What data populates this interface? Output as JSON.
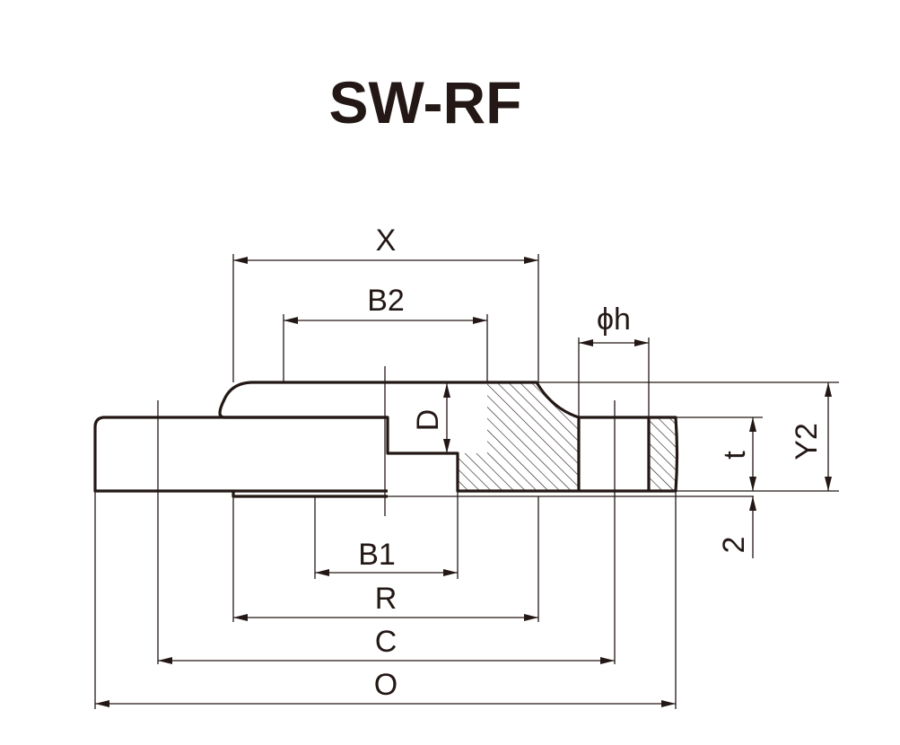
{
  "title": "SW-RF",
  "colors": {
    "line": "#231815",
    "background": "#ffffff"
  },
  "dimensions": {
    "x": "X",
    "b2": "B2",
    "phi_h": "ϕh",
    "d": "D",
    "t": "t",
    "y2": "Y2",
    "two": "2",
    "b1": "B1",
    "r": "R",
    "c": "C",
    "o": "O"
  }
}
